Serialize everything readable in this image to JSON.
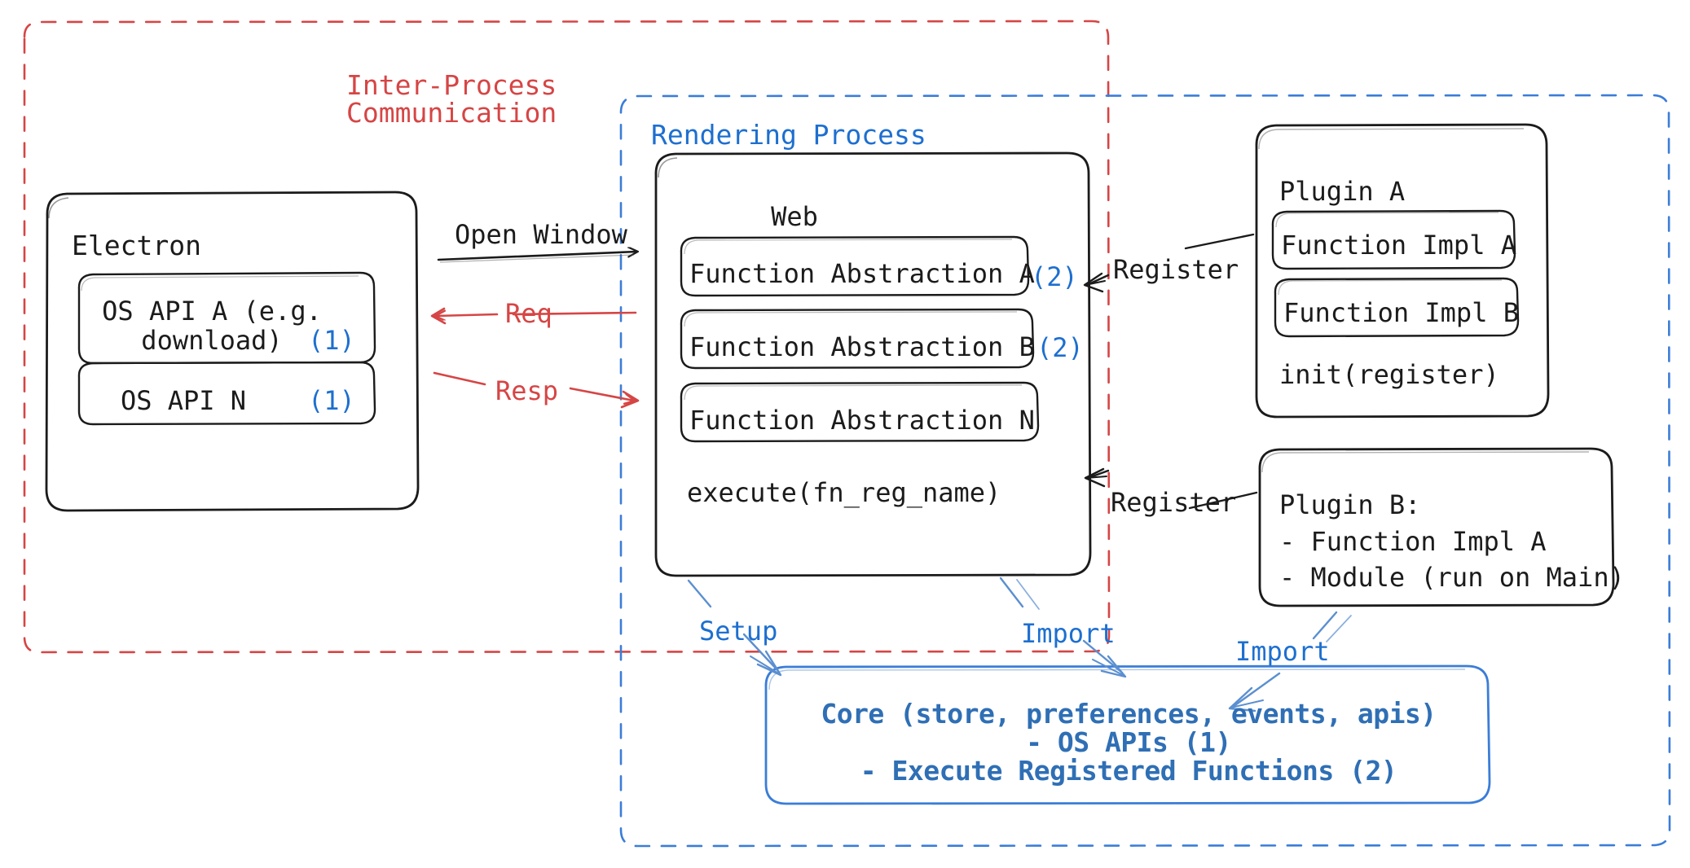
{
  "diagram": {
    "title_implied": "Electron plugin architecture",
    "colors": {
      "red": "#d64545",
      "blue": "#1d6fd0",
      "blue_core": "#2f6fb5",
      "black": "#1b1b1b",
      "background": "#ffffff"
    },
    "regions": {
      "ipc": {
        "label": "Inter-Process\nCommunication",
        "label_line1": "Inter-Process",
        "label_line2": "Communication",
        "border_style": "dashed",
        "color": "#d64545"
      },
      "rendering": {
        "label": "Rendering Process",
        "border_style": "dashed",
        "color": "#1d6fd0"
      }
    },
    "boxes": {
      "electron": {
        "title": "Electron",
        "items": [
          {
            "label": "OS API A (e.g.\ndownload)",
            "line1": "OS API A (e.g.",
            "line2": "download)",
            "marker": "(1)"
          },
          {
            "label": "OS API N",
            "marker": "(1)"
          }
        ]
      },
      "web": {
        "title": "Web",
        "items": [
          {
            "label": "Function Abstraction A",
            "marker": "(2)"
          },
          {
            "label": "Function Abstraction B",
            "marker": "(2)"
          },
          {
            "label": "Function Abstraction N",
            "marker": ""
          }
        ],
        "footer": "execute(fn_reg_name)"
      },
      "plugin_a": {
        "title": "Plugin A",
        "items": [
          {
            "label": "Function Impl A"
          },
          {
            "label": "Function Impl B"
          }
        ],
        "footer": "init(register)"
      },
      "plugin_b": {
        "title": "Plugin B:",
        "lines": [
          "- Function Impl A",
          "- Module (run on Main)"
        ]
      },
      "core": {
        "lines": [
          "Core (store, preferences, events, apis)",
          "- OS APIs (1)",
          "- Execute Registered Functions (2)"
        ]
      }
    },
    "arrows": [
      {
        "label": "Open Window",
        "color": "#1b1b1b",
        "direction": "right",
        "from": "electron",
        "to": "web"
      },
      {
        "label": "Req",
        "color": "#d64545",
        "direction": "left",
        "from": "web",
        "to": "electron"
      },
      {
        "label": "Resp",
        "color": "#d64545",
        "direction": "right",
        "from": "electron",
        "to": "web"
      },
      {
        "label": "Register",
        "color": "#1b1b1b",
        "direction": "left",
        "from": "plugin_a",
        "to": "web"
      },
      {
        "label": "Register",
        "color": "#1b1b1b",
        "direction": "left",
        "from": "plugin_b",
        "to": "web"
      },
      {
        "label": "Setup",
        "color": "#1d6fd0",
        "direction": "down",
        "from": "web",
        "to": "core"
      },
      {
        "label": "Import",
        "color": "#1d6fd0",
        "direction": "down",
        "from": "web",
        "to": "core"
      },
      {
        "label": "Import",
        "color": "#1d6fd0",
        "direction": "down",
        "from": "plugin_b",
        "to": "core"
      }
    ]
  }
}
